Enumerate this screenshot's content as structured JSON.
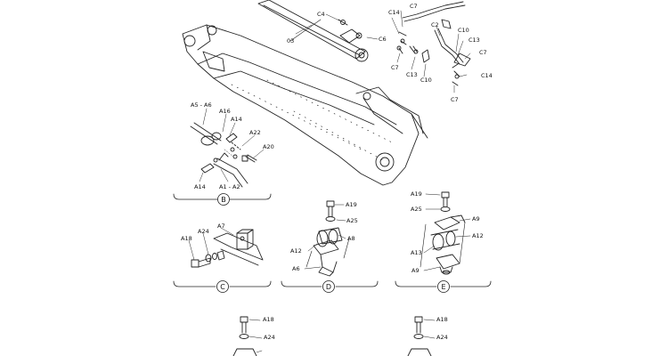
{
  "top_callouts": {
    "c4": "C4",
    "c6": "C6",
    "c7a": "C7",
    "c14a": "C14",
    "c2": "C2",
    "c10a": "C10",
    "c13a": "C13",
    "c7b": "C7",
    "c14b": "C14",
    "c7c": "C7",
    "c7d": "C7",
    "c13b": "C13",
    "c10b": "C10",
    "o3": "03"
  },
  "detail_b": {
    "bubble": "B",
    "labels": {
      "a5a6": "A5 - A6",
      "a16": "A16",
      "a14a": "A14",
      "a22": "A22",
      "a20": "A20",
      "a14b": "A14",
      "a1a2": "A1 - A2"
    }
  },
  "detail_c": {
    "bubble": "C",
    "labels": {
      "a18": "A18",
      "a24": "A24",
      "a7": "A7"
    }
  },
  "detail_d": {
    "bubble": "D",
    "labels": {
      "a19": "A19",
      "a25": "A25",
      "a8": "A8",
      "a12": "A12",
      "a6": "A6"
    }
  },
  "detail_e": {
    "bubble": "E",
    "labels": {
      "a19": "A19",
      "a25": "A25",
      "a9a": "A9",
      "a12": "A12",
      "a13": "A13",
      "a9b": "A9"
    }
  },
  "bottom_left": {
    "labels": {
      "a18": "A18",
      "a24": "A24"
    }
  },
  "bottom_right": {
    "labels": {
      "a18": "A18",
      "a24": "A24"
    }
  }
}
